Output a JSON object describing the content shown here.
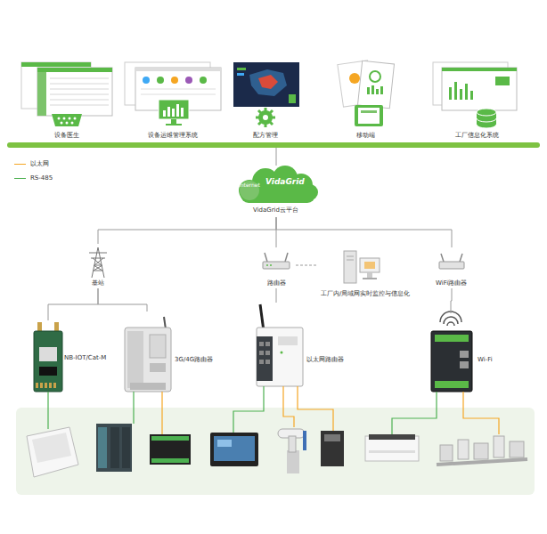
{
  "diagram": {
    "nodes": [
      {
        "text": [
          "设备医生"
        ]
      },
      {
        "text": [
          "设备运维管理系统"
        ]
      },
      {
        "text": [
          "配方管理"
        ]
      },
      {
        "text": [
          "移动端"
        ]
      },
      {
        "text": [
          "工厂信息化系统"
        ]
      },
      {
        "text": [
          "Internet",
          "VidaGrid",
          "VidaGrid云平台"
        ]
      },
      {
        "text": [
          "基站"
        ]
      },
      {
        "text": [
          "路由器"
        ]
      },
      {
        "text": [
          "工厂内/局域网实时监控与信息化"
        ]
      },
      {
        "text": [
          "WiFi路由器"
        ]
      },
      {
        "text": [
          "NB-IOT/Cat-M"
        ]
      },
      {
        "text": [
          "3G/4G路由器"
        ]
      },
      {
        "text": [
          "以太网路由器"
        ]
      },
      {
        "text": [
          "Wi-Fi"
        ]
      }
    ],
    "edges": [
      {
        "from": 5,
        "to": 6,
        "arrow": "none"
      },
      {
        "from": 5,
        "to": 7,
        "arrow": "none"
      },
      {
        "from": 5,
        "to": 9,
        "arrow": "none"
      },
      {
        "from": 7,
        "to": 8,
        "arrow": "none"
      },
      {
        "from": 6,
        "to": 10,
        "arrow": "none"
      },
      {
        "from": 6,
        "to": 11,
        "arrow": "none"
      },
      {
        "from": 7,
        "to": 12,
        "arrow": "none"
      },
      {
        "from": 9,
        "to": 13,
        "arrow": "none"
      }
    ],
    "legend": [
      {
        "text": "以太网"
      },
      {
        "text": "RS-485"
      }
    ]
  }
}
